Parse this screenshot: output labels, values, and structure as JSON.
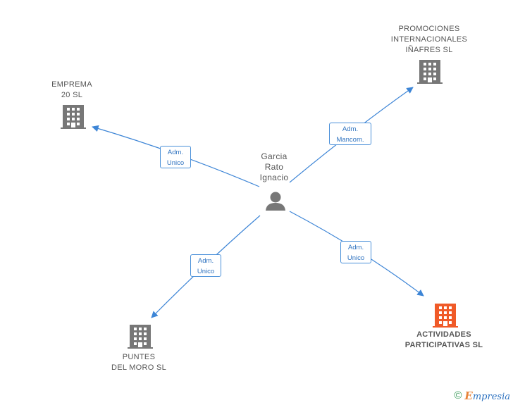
{
  "center": {
    "name_lines": [
      "Garcia",
      "Rato",
      "Ignacio"
    ],
    "icon": "person-icon"
  },
  "companies": [
    {
      "id": "emprema",
      "name_lines": [
        "EMPREMA",
        "20 SL"
      ],
      "icon": "building-icon",
      "color": "#777777"
    },
    {
      "id": "promociones",
      "name_lines": [
        "PROMOCIONES",
        "INTERNACIONALES",
        "IÑAFRES SL"
      ],
      "icon": "building-icon",
      "color": "#777777"
    },
    {
      "id": "actividades",
      "name_lines": [
        "ACTIVIDADES",
        "PARTICIPATIVAS SL"
      ],
      "icon": "building-icon",
      "color": "#f05a28"
    },
    {
      "id": "puntes",
      "name_lines": [
        "PUNTES",
        "DEL MORO SL"
      ],
      "icon": "building-icon",
      "color": "#777777"
    }
  ],
  "relations": [
    {
      "target": "emprema",
      "label_lines": [
        "Adm.",
        "Unico"
      ]
    },
    {
      "target": "promociones",
      "label_lines": [
        "Adm.",
        "Mancom."
      ]
    },
    {
      "target": "actividades",
      "label_lines": [
        "Adm.",
        "Unico"
      ]
    },
    {
      "target": "puntes",
      "label_lines": [
        "Adm.",
        "Unico"
      ]
    }
  ],
  "colors": {
    "edge": "#3d85d6",
    "building_default": "#777777",
    "building_highlight": "#f05a28",
    "person": "#777777"
  },
  "footer": {
    "copyright_symbol": "©",
    "brand_first": "E",
    "brand_rest": "mpresia"
  }
}
